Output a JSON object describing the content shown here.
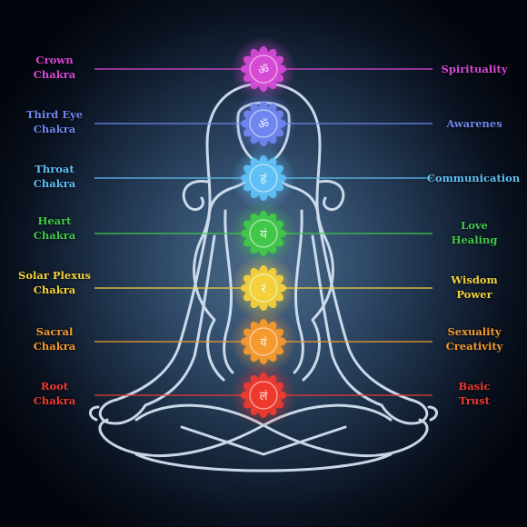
{
  "chakras": [
    {
      "name_line1": "Crown",
      "name_line2": "Chakra",
      "quality_line1": "Spirituality",
      "quality_line2": "",
      "color": "#d64ad6",
      "glyph": "ॐ"
    },
    {
      "name_line1": "Third Eye",
      "name_line2": "Chakra",
      "quality_line1": "Awarenes",
      "quality_line2": "",
      "color": "#6f86ee",
      "glyph": "ॐ"
    },
    {
      "name_line1": "Throat",
      "name_line2": "Chakra",
      "quality_line1": "Communication",
      "quality_line2": "",
      "color": "#5fc0f5",
      "glyph": "हं"
    },
    {
      "name_line1": "Heart",
      "name_line2": "Chakra",
      "quality_line1": "Love",
      "quality_line2": "Healing",
      "color": "#41c84a",
      "glyph": "यं"
    },
    {
      "name_line1": "Solar Plexus",
      "name_line2": "Chakra",
      "quality_line1": "Wisdom",
      "quality_line2": "Power",
      "color": "#f2d13a",
      "glyph": "रं"
    },
    {
      "name_line1": "Sacral",
      "name_line2": "Chakra",
      "quality_line1": "Sexuality",
      "quality_line2": "Creativity",
      "color": "#f49a2e",
      "glyph": "वं"
    },
    {
      "name_line1": "Root",
      "name_line2": "Chakra",
      "quality_line1": "Basic",
      "quality_line2": "Trust",
      "color": "#ee3a2e",
      "glyph": "लं"
    }
  ]
}
